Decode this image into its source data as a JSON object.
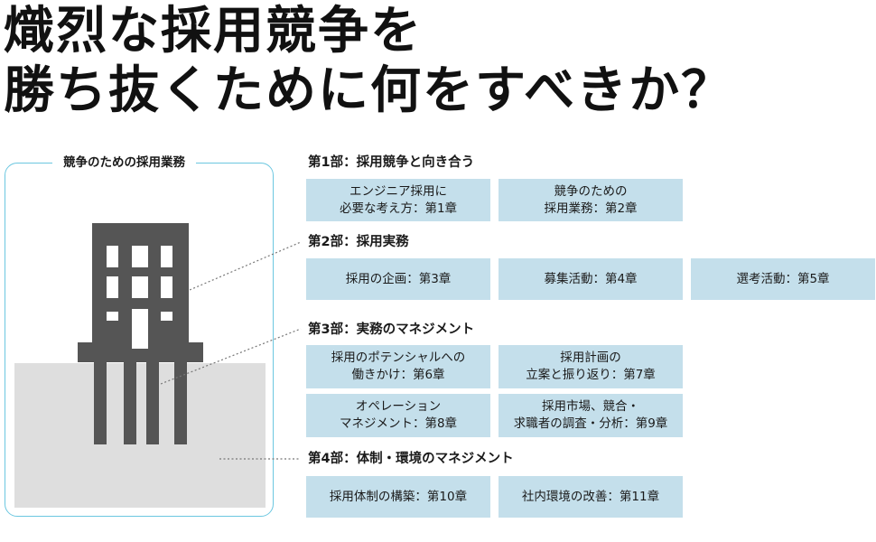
{
  "title": {
    "line1": "熾烈な採用競争を",
    "line2": "勝ち抜くために何をすべきか？"
  },
  "illustration": {
    "caption": "競争のための採用業務",
    "colors": {
      "building": "#555555",
      "ground": "#dedede",
      "frame": "#6cc7e0",
      "window": "#ffffff"
    }
  },
  "parts": [
    {
      "heading": "第1部：採用競争と向き合う",
      "chapters": [
        {
          "lines": [
            "エンジニア採用に",
            "必要な考え方：第1章"
          ]
        },
        {
          "lines": [
            "競争のための",
            "採用業務：第2章"
          ]
        }
      ]
    },
    {
      "heading": "第2部：採用実務",
      "chapters": [
        {
          "lines": [
            "採用の企画：第3章"
          ]
        },
        {
          "lines": [
            "募集活動：第4章"
          ]
        },
        {
          "lines": [
            "選考活動：第5章"
          ]
        }
      ]
    },
    {
      "heading": "第3部：実務のマネジメント",
      "chapters": [
        {
          "lines": [
            "採用のポテンシャルへの",
            "働きかけ：第6章"
          ]
        },
        {
          "lines": [
            "採用計画の",
            "立案と振り返り：第7章"
          ]
        },
        {
          "lines": [
            "オペレーション",
            "マネジメント：第8章"
          ]
        },
        {
          "lines": [
            "採用市場、競合・",
            "求職者の調査・分析：第9章"
          ]
        }
      ]
    },
    {
      "heading": "第4部：体制・環境のマネジメント",
      "chapters": [
        {
          "lines": [
            "採用体制の構築：第10章"
          ]
        },
        {
          "lines": [
            "社内環境の改善：第11章"
          ]
        }
      ]
    }
  ],
  "box_color": "#c4dfeb"
}
